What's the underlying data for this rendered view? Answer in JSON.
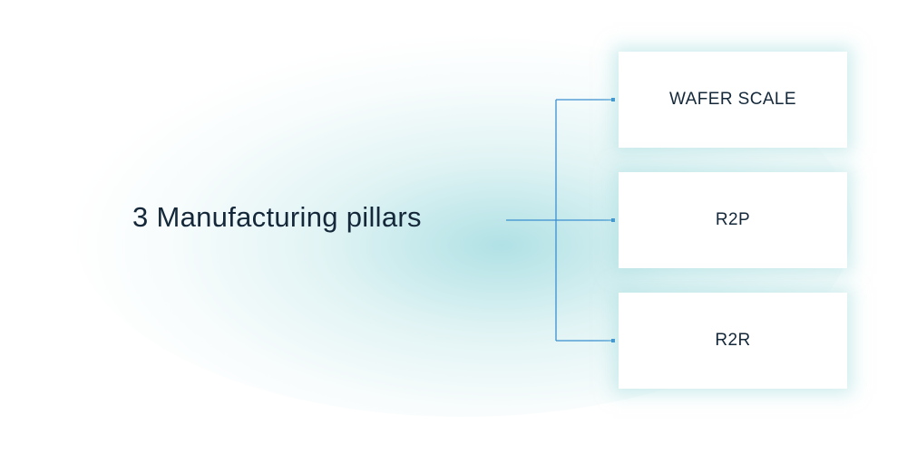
{
  "diagram": {
    "title": "3 Manufacturing pillars",
    "pillars": [
      {
        "label": "WAFER SCALE"
      },
      {
        "label": "R2P"
      },
      {
        "label": "R2R"
      }
    ],
    "colors": {
      "connector": "#3a8fd0",
      "text": "#14283a",
      "glow": "#96d7dc"
    }
  }
}
